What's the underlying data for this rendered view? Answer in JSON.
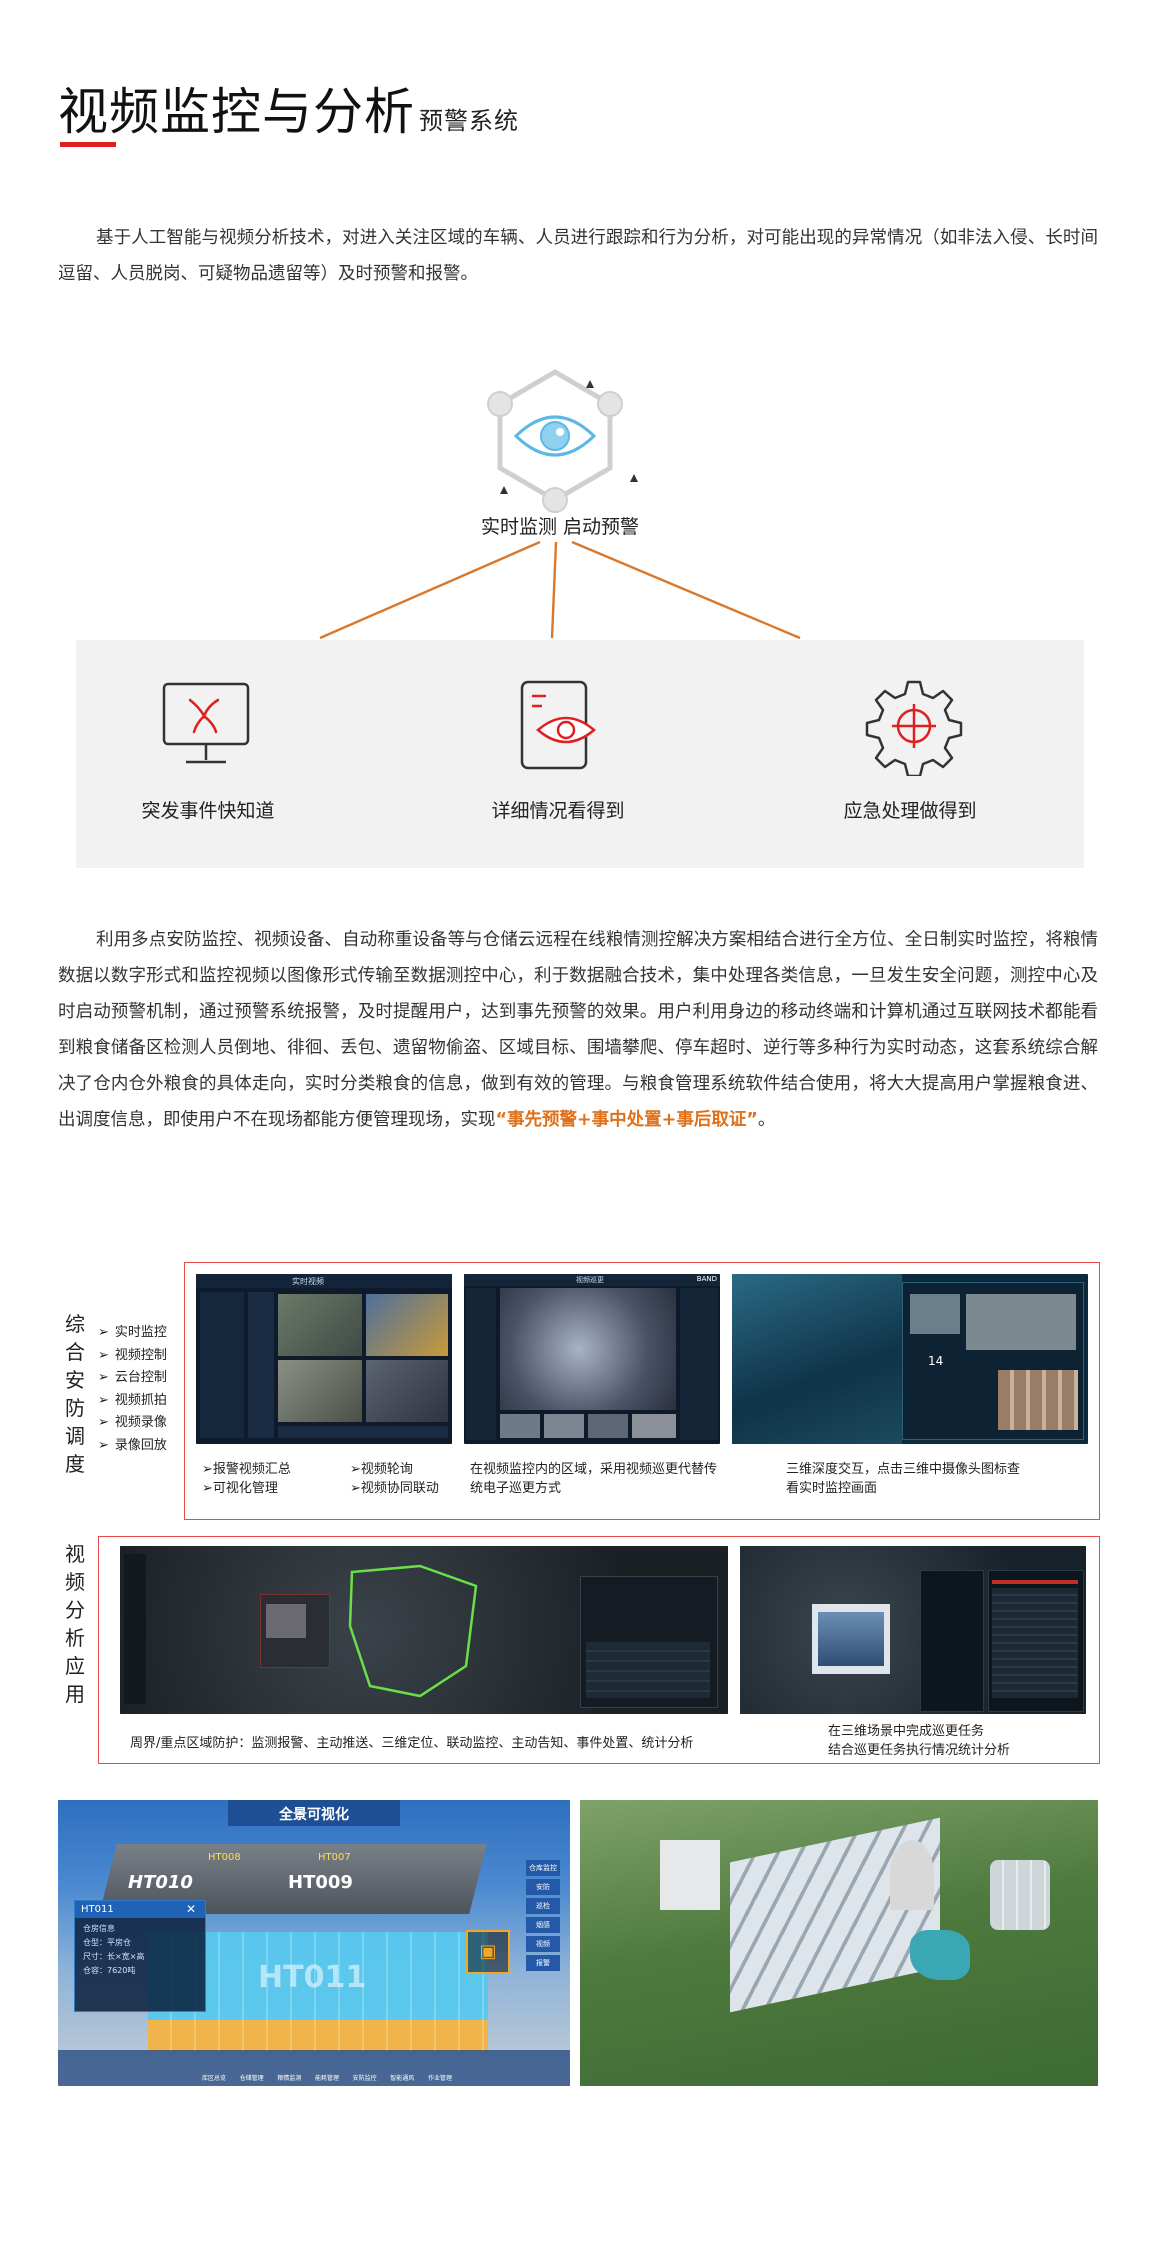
{
  "header": {
    "title": "视频监控与分析",
    "subtitle": "预警系统"
  },
  "intro": "基于人工智能与视频分析技术，对进入关注区域的车辆、人员进行跟踪和行为分析，对可能出现的异常情况（如非法入侵、长时间逗留、人员脱岗、可疑物品遗留等）及时预警和报警。",
  "diagram": {
    "center_label": "实时监测 启动预警",
    "features": [
      {
        "label": "突发事件快知道",
        "icon": "monitor-alert-icon"
      },
      {
        "label": "详细情况看得到",
        "icon": "tablet-eye-icon"
      },
      {
        "label": "应急处理做得到",
        "icon": "gear-target-icon"
      }
    ],
    "colors": {
      "accent": "#e02020",
      "line": "#d9782a",
      "panel": "#f2f2f2",
      "eye": "#5bb8e6"
    }
  },
  "body": {
    "text": "利用多点安防监控、视频设备、自动称重设备等与仓储云远程在线粮情测控解决方案相结合进行全方位、全日制实时监控，将粮情数据以数字形式和监控视频以图像形式传输至数据测控中心，利于数据融合技术，集中处理各类信息，一旦发生安全问题，测控中心及时启动预警机制，通过预警系统报警，及时提醒用户，达到事先预警的效果。用户利用身边的移动终端和计算机通过互联网技术都能看到粮食储备区检测人员倒地、徘徊、丢包、遗留物偷盗、区域目标、围墙攀爬、停车超时、逆行等多种行为实时动态，这套系统综合解决了仓内仓外粮食的具体走向，实时分类粮食的信息，做到有效的管理。与粮食管理系统软件结合使用，将大大提高用户掌握粮食进、出调度信息，即使用户不在现场都能方便管理现场，实现",
    "highlight": "“事先预警+事中处置+事后取证”",
    "end": "。"
  },
  "section1": {
    "title": "综合安防调度",
    "list": [
      "实时监控",
      "视频控制",
      "云台控制",
      "视频抓拍",
      "视频录像",
      "录像回放"
    ],
    "screen1_title": "实时视频",
    "screen2_title": "视频巡更",
    "screen2_brand": "BAND",
    "cap1a": "报警视频汇总",
    "cap1b": "可视化管理",
    "cap2a": "视频轮询",
    "cap2b": "视频协同联动",
    "cap3": "在视频监控内的区域，采用视频巡更代替传统电子巡更方式",
    "cap4": "三维深度交互，点击三维中摄像头图标查看实时监控画面",
    "stat_value": "14"
  },
  "section2": {
    "title": "视频分析应用",
    "cap_left": "周界/重点区域防护：监测报警、主动推送、三维定位、联动监控、主动告知、事件处置、统计分析",
    "cap_right_1": "在三维场景中完成巡更任务",
    "cap_right_2": "结合巡更任务执行情况统计分析"
  },
  "bottom": {
    "left_title": "全景可视化",
    "warehouses": [
      "HT010",
      "HT009",
      "HT011",
      "HT008",
      "HT007"
    ],
    "popup_title": "HT011",
    "popup_rows": [
      "仓房信息",
      "仓型：平房仓",
      "尺寸：长×宽×高",
      "仓容：7620吨"
    ],
    "side_buttons": [
      "仓库监控",
      "安防",
      "巡检",
      "烟感",
      "视频",
      "报警"
    ],
    "bottom_buttons": [
      "库区总览",
      "仓储管理",
      "粮情监测",
      "能耗管理",
      "安防监控",
      "智能通风",
      "作业管理"
    ]
  }
}
